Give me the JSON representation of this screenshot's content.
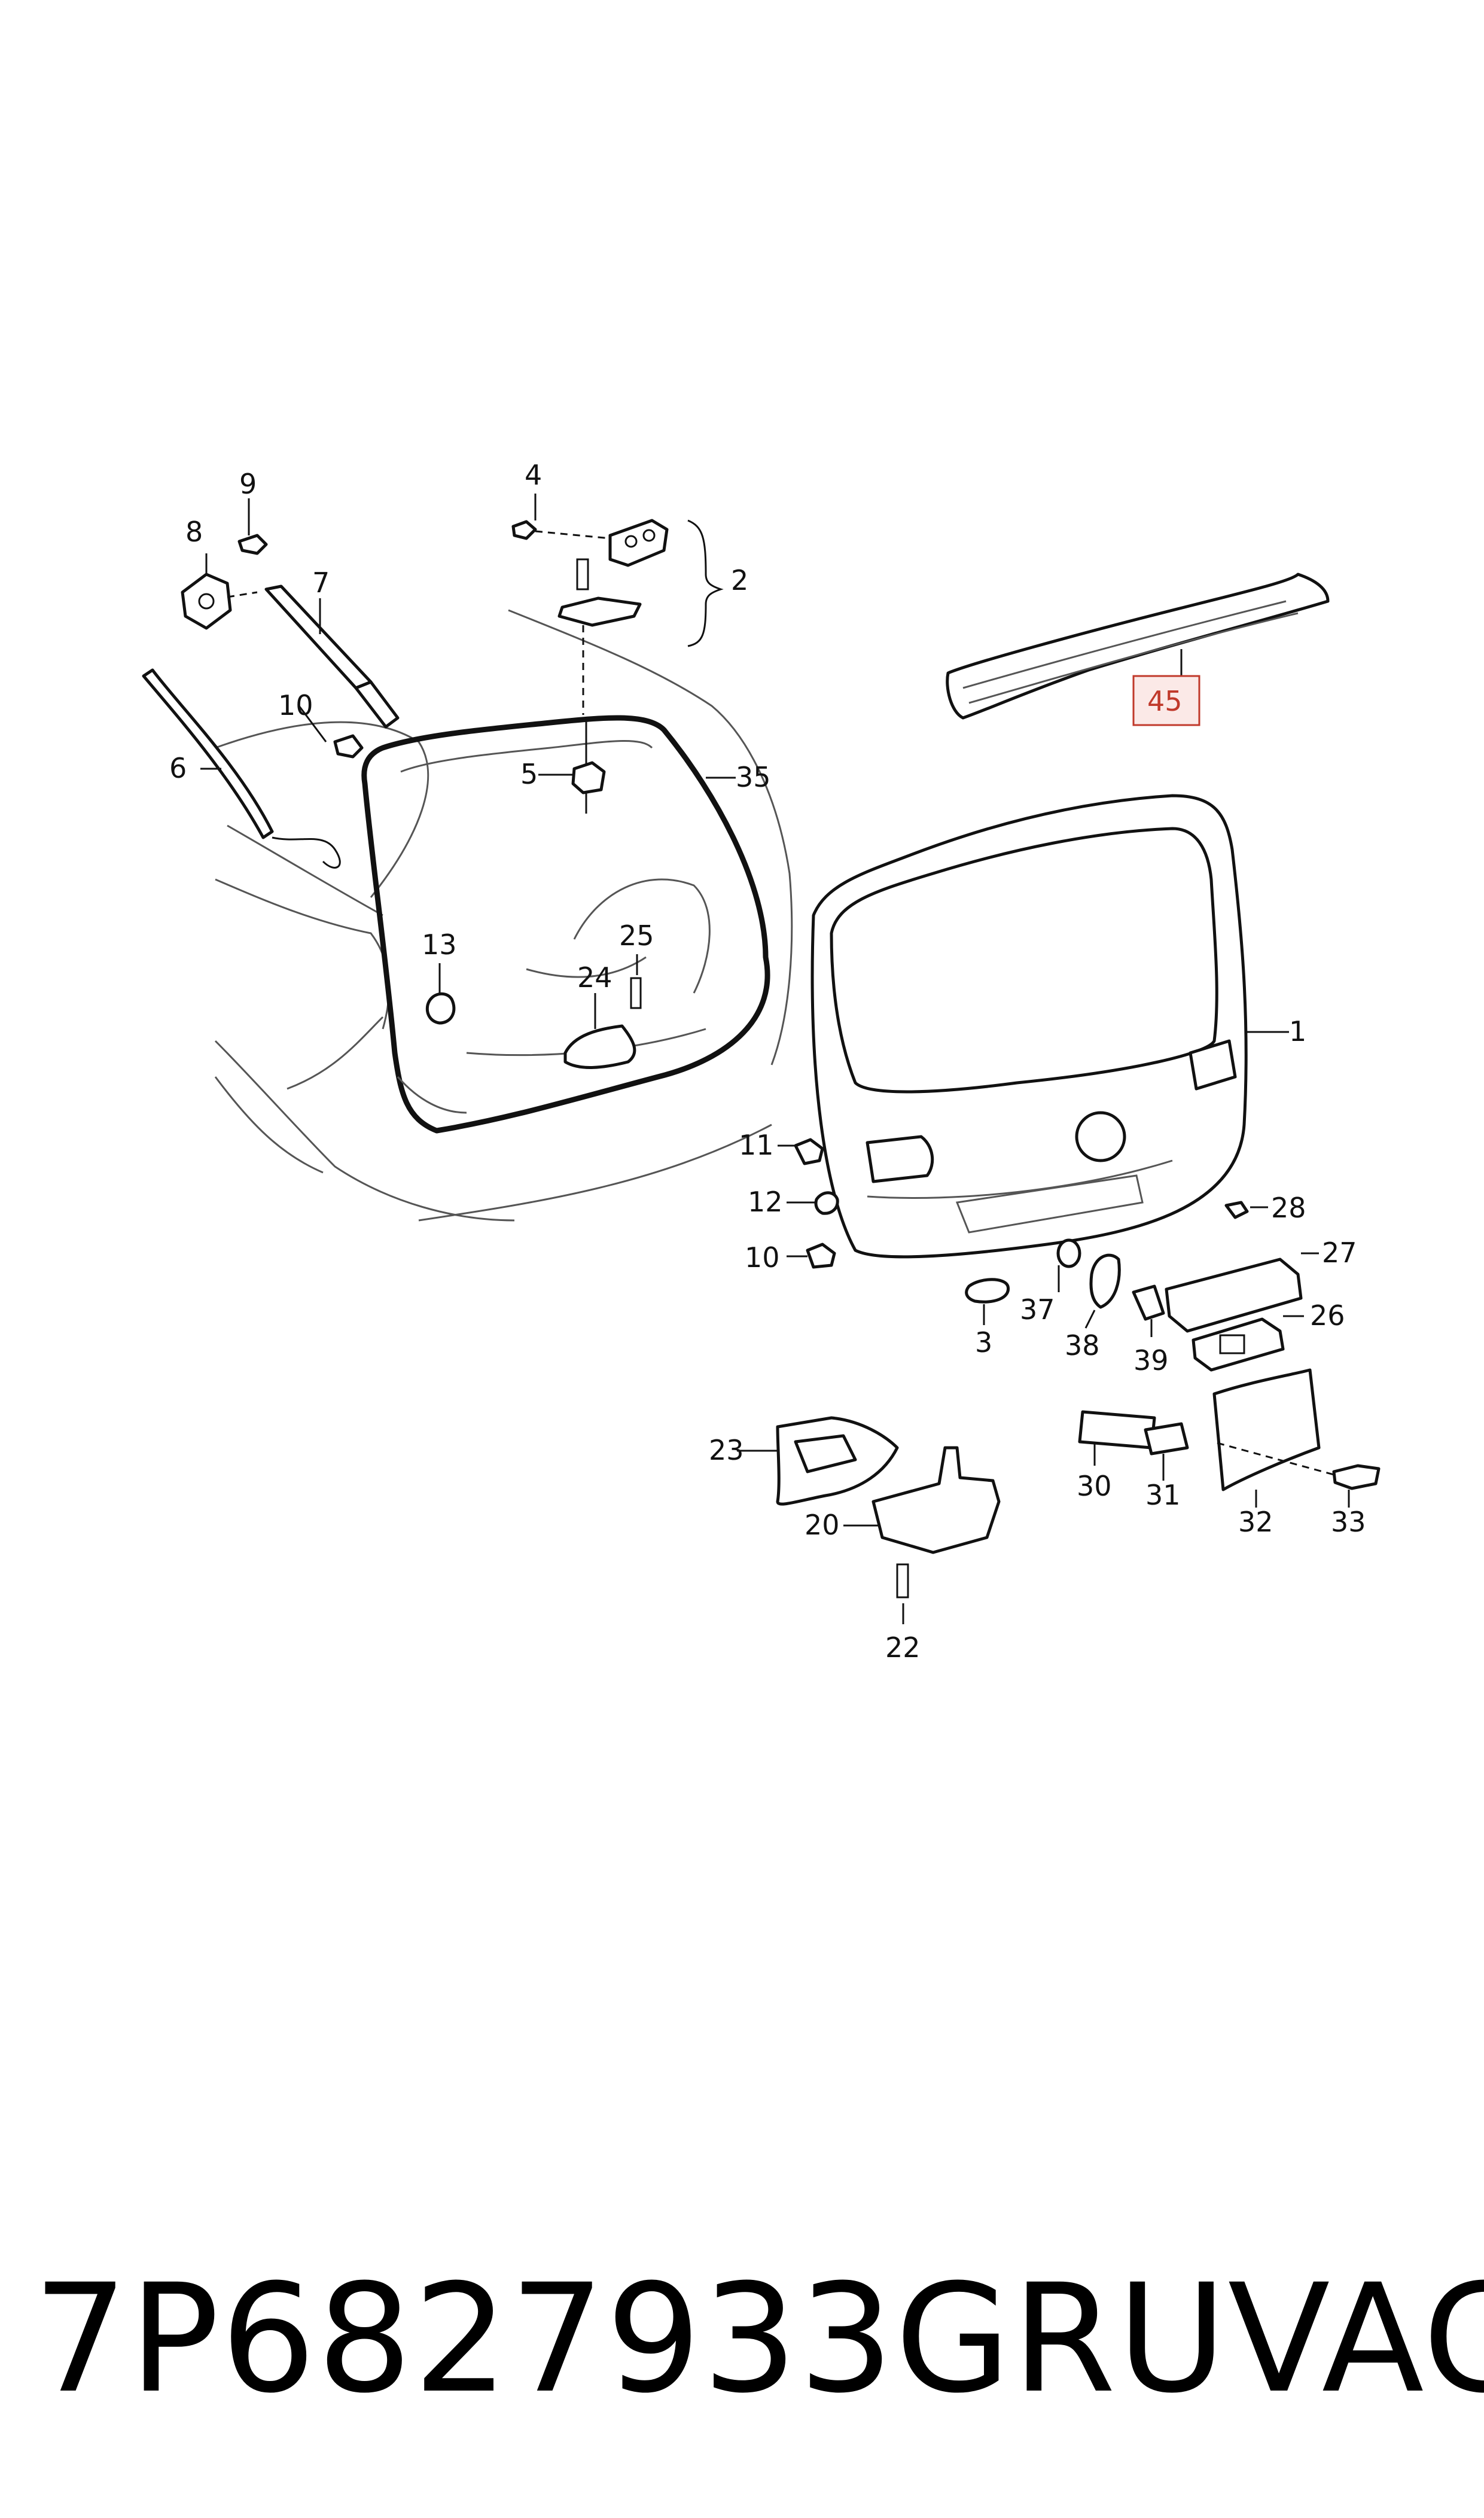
{
  "diagram": {
    "callouts": [
      {
        "id": "1",
        "text": "1"
      },
      {
        "id": "2",
        "text": "2"
      },
      {
        "id": "3",
        "text": "3"
      },
      {
        "id": "4",
        "text": "4"
      },
      {
        "id": "5",
        "text": "5"
      },
      {
        "id": "6",
        "text": "6"
      },
      {
        "id": "7",
        "text": "7"
      },
      {
        "id": "8",
        "text": "8"
      },
      {
        "id": "9",
        "text": "9"
      },
      {
        "id": "10a",
        "text": "10"
      },
      {
        "id": "10b",
        "text": "10"
      },
      {
        "id": "11",
        "text": "11"
      },
      {
        "id": "12",
        "text": "12"
      },
      {
        "id": "13",
        "text": "13"
      },
      {
        "id": "20",
        "text": "20"
      },
      {
        "id": "22",
        "text": "22"
      },
      {
        "id": "23",
        "text": "23"
      },
      {
        "id": "24",
        "text": "24"
      },
      {
        "id": "25",
        "text": "25"
      },
      {
        "id": "26",
        "text": "26"
      },
      {
        "id": "27",
        "text": "27"
      },
      {
        "id": "28",
        "text": "28"
      },
      {
        "id": "30",
        "text": "30"
      },
      {
        "id": "31",
        "text": "31"
      },
      {
        "id": "32",
        "text": "32"
      },
      {
        "id": "33",
        "text": "33"
      },
      {
        "id": "35",
        "text": "35"
      },
      {
        "id": "37",
        "text": "37"
      },
      {
        "id": "38",
        "text": "38"
      },
      {
        "id": "39",
        "text": "39"
      }
    ],
    "highlighted_callout": {
      "text": "45",
      "color": "#c0392b",
      "fill": "#fbe9e7"
    }
  },
  "footer": {
    "part_number": "7P6827933GRU",
    "brand": "VAG"
  }
}
